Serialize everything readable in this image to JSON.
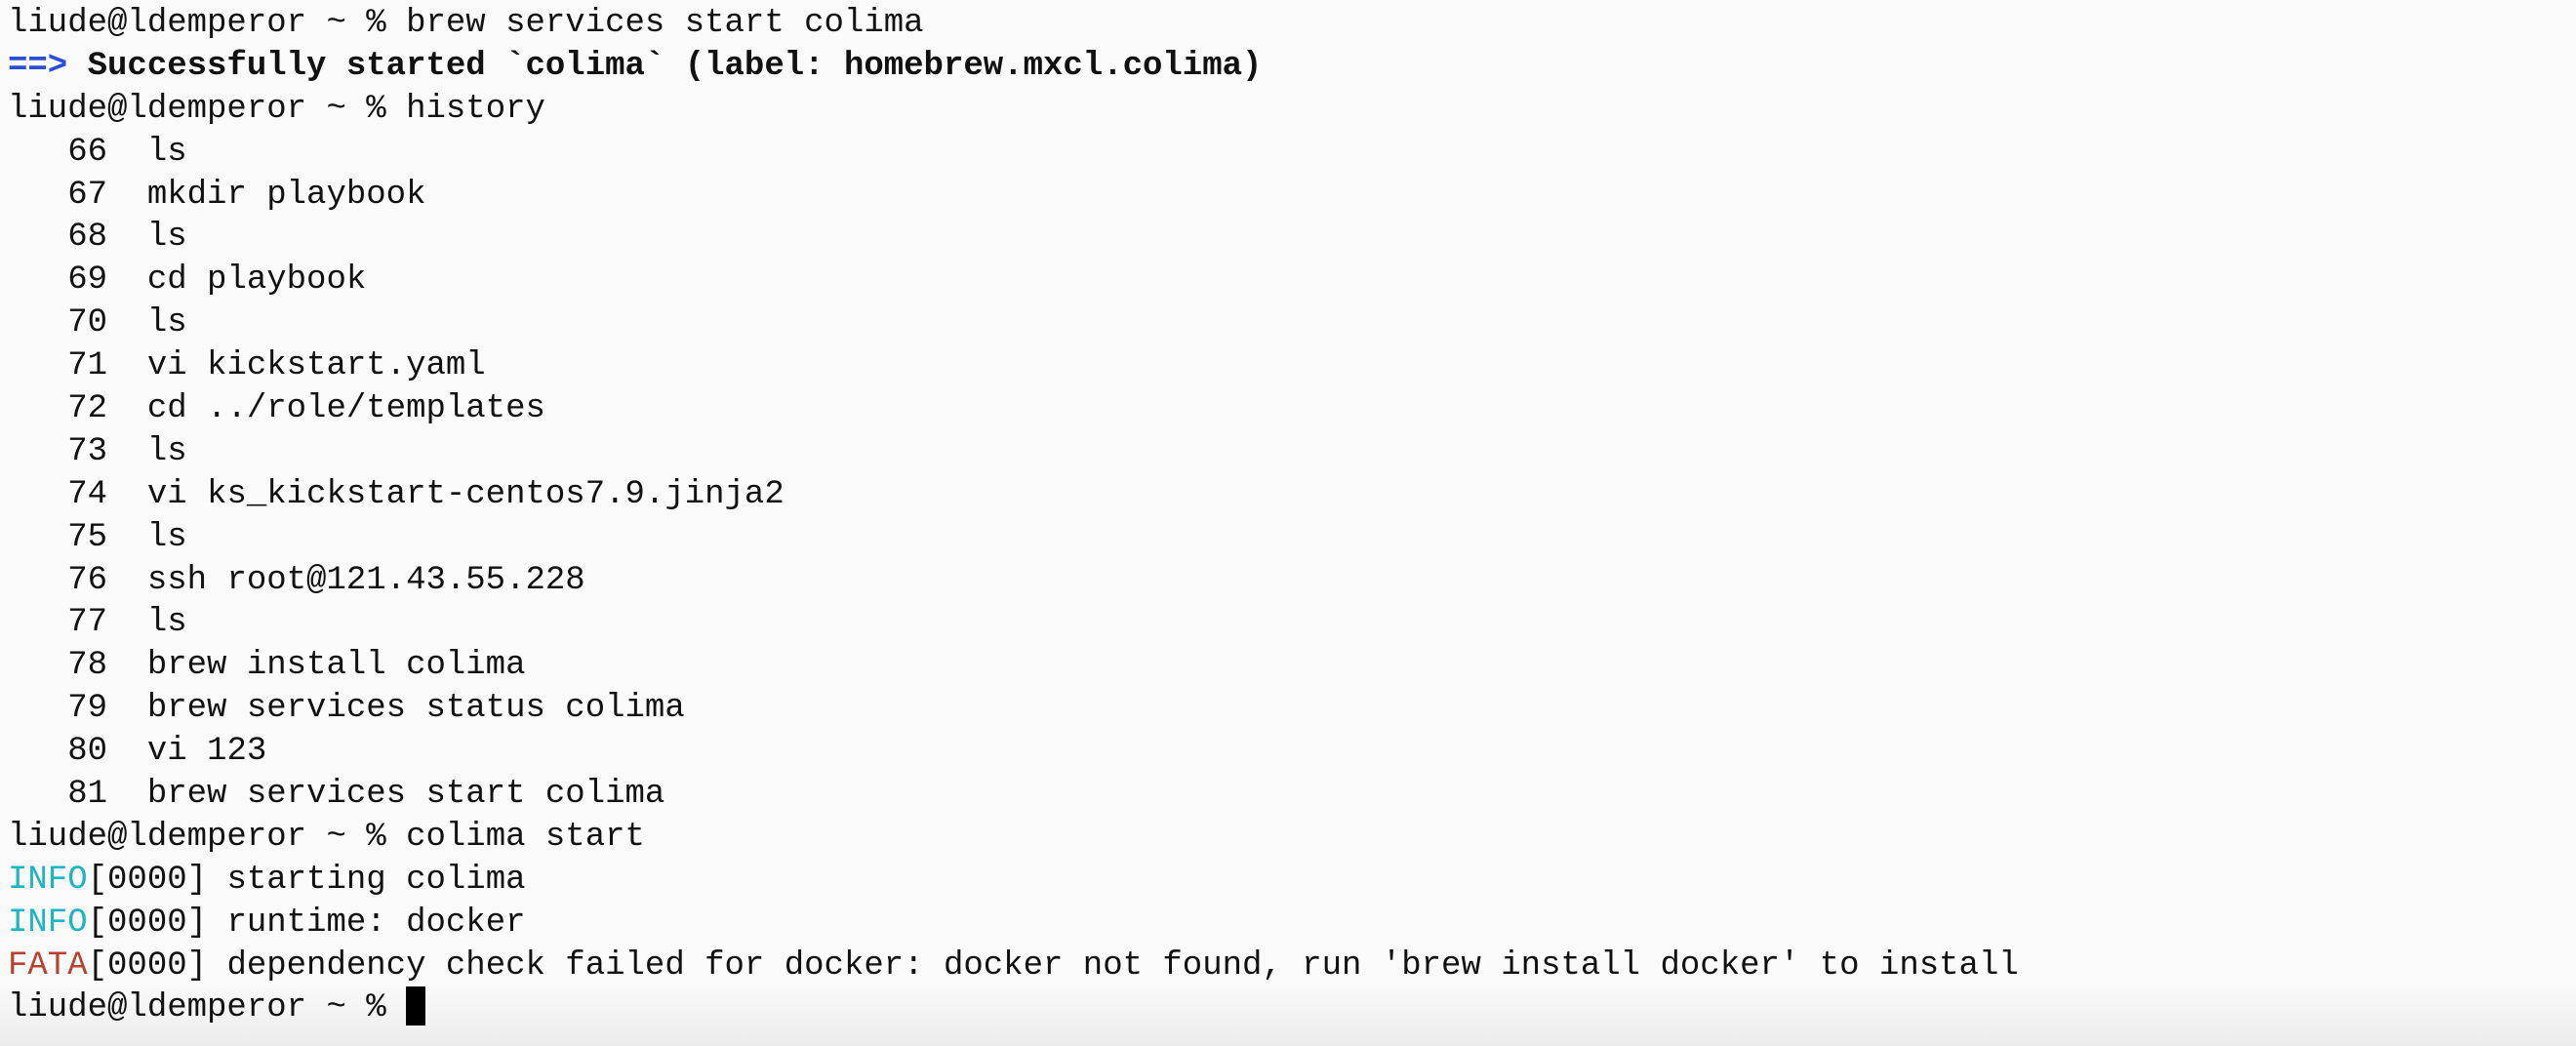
{
  "prompt": "liude@ldemperor ~ % ",
  "colors": {
    "arrow": "#2a4fd6",
    "info": "#1cb5c2",
    "fata": "#b8402e"
  },
  "cmd1": "brew services start colima",
  "success": {
    "arrow": "==>",
    "text": " Successfully started `colima` (label: homebrew.mxcl.colima)"
  },
  "cmd2": "history",
  "history": [
    {
      "n": "   66  ",
      "cmd": "ls"
    },
    {
      "n": "   67  ",
      "cmd": "mkdir playbook"
    },
    {
      "n": "   68  ",
      "cmd": "ls"
    },
    {
      "n": "   69  ",
      "cmd": "cd playbook"
    },
    {
      "n": "   70  ",
      "cmd": "ls"
    },
    {
      "n": "   71  ",
      "cmd": "vi kickstart.yaml"
    },
    {
      "n": "   72  ",
      "cmd": "cd ../role/templates"
    },
    {
      "n": "   73  ",
      "cmd": "ls"
    },
    {
      "n": "   74  ",
      "cmd": "vi ks_kickstart-centos7.9.jinja2"
    },
    {
      "n": "   75  ",
      "cmd": "ls"
    },
    {
      "n": "   76  ",
      "cmd": "ssh root@121.43.55.228"
    },
    {
      "n": "   77  ",
      "cmd": "ls"
    },
    {
      "n": "   78  ",
      "cmd": "brew install colima"
    },
    {
      "n": "   79  ",
      "cmd": "brew services status colima"
    },
    {
      "n": "   80  ",
      "cmd": "vi 123"
    },
    {
      "n": "   81  ",
      "cmd": "brew services start colima"
    }
  ],
  "cmd3": "colima start",
  "logs": [
    {
      "level": "INFO",
      "rest": "[0000] starting colima"
    },
    {
      "level": "INFO",
      "rest": "[0000] runtime: docker"
    },
    {
      "level": "FATA",
      "rest": "[0000] dependency check failed for docker: docker not found, run 'brew install docker' to install"
    }
  ]
}
